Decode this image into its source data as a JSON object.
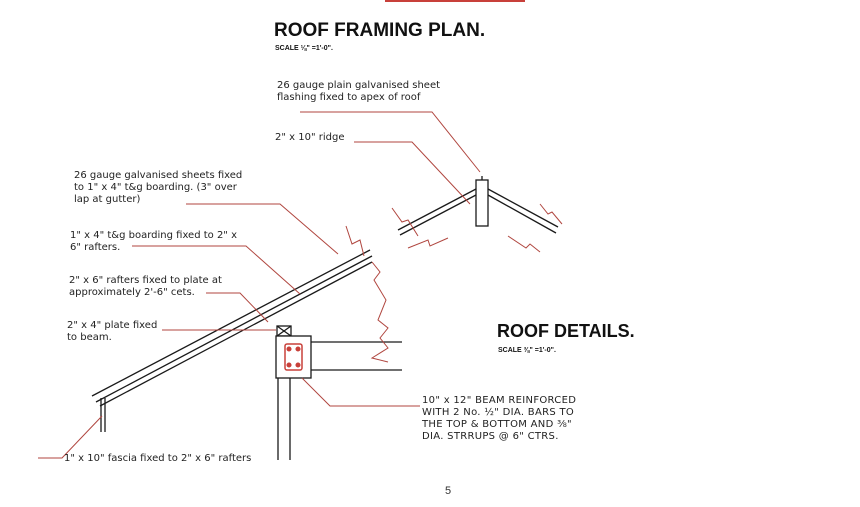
{
  "colors": {
    "leader": "#b0463f",
    "ink": "#1a1a1a",
    "accent": "#c8403a"
  },
  "plan": {
    "title": "ROOF FRAMING PLAN.",
    "scale": "SCALE ⅛\" =1'-0\"."
  },
  "details": {
    "title": "ROOF DETAILS.",
    "scale": "SCALE ⅜\" =1'-0\"."
  },
  "notes": {
    "flashing": "26 gauge plain galvanised sheet\nflashing fixed to apex of roof",
    "ridge": "2\" x 10\" ridge",
    "sheets": "26 gauge galvanised sheets fixed\nto 1\" x 4\" t&g boarding. (3\" over\nlap at gutter)",
    "boarding": "1\" x 4\" t&g boarding fixed to 2\" x\n6\" rafters.",
    "rafters": "2\" x 6\" rafters fixed to plate at\napproximately 2'-6\" cets.",
    "plate": "2\" x 4\" plate fixed\nto beam.",
    "beam": "10\" x 12\" BEAM REINFORCED\nWITH 2 No. ½\" DIA. BARS TO\nTHE TOP & BOTTOM AND ⅜\"\nDIA. STRRUPS @ 6\" CTRS.",
    "fascia": "1\" x 10\" fascia fixed to 2\" x 6\" rafters"
  },
  "page_number": "5"
}
